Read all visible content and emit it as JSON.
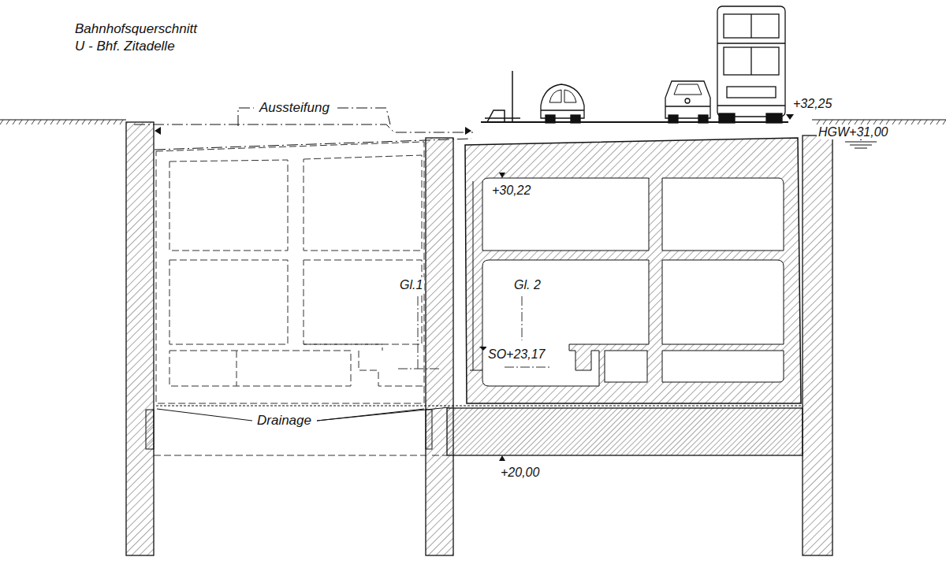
{
  "diagram": {
    "title": "Bahnhofsquerschnitt U - Bhf. Zitadelle",
    "labels": [
      "Aussteifung",
      "+32,25",
      "HGW+31,00",
      "+30,22",
      "Gl.1",
      "Gl. 2",
      "SO+23,17",
      "Drainage",
      "+20,00"
    ]
  }
}
